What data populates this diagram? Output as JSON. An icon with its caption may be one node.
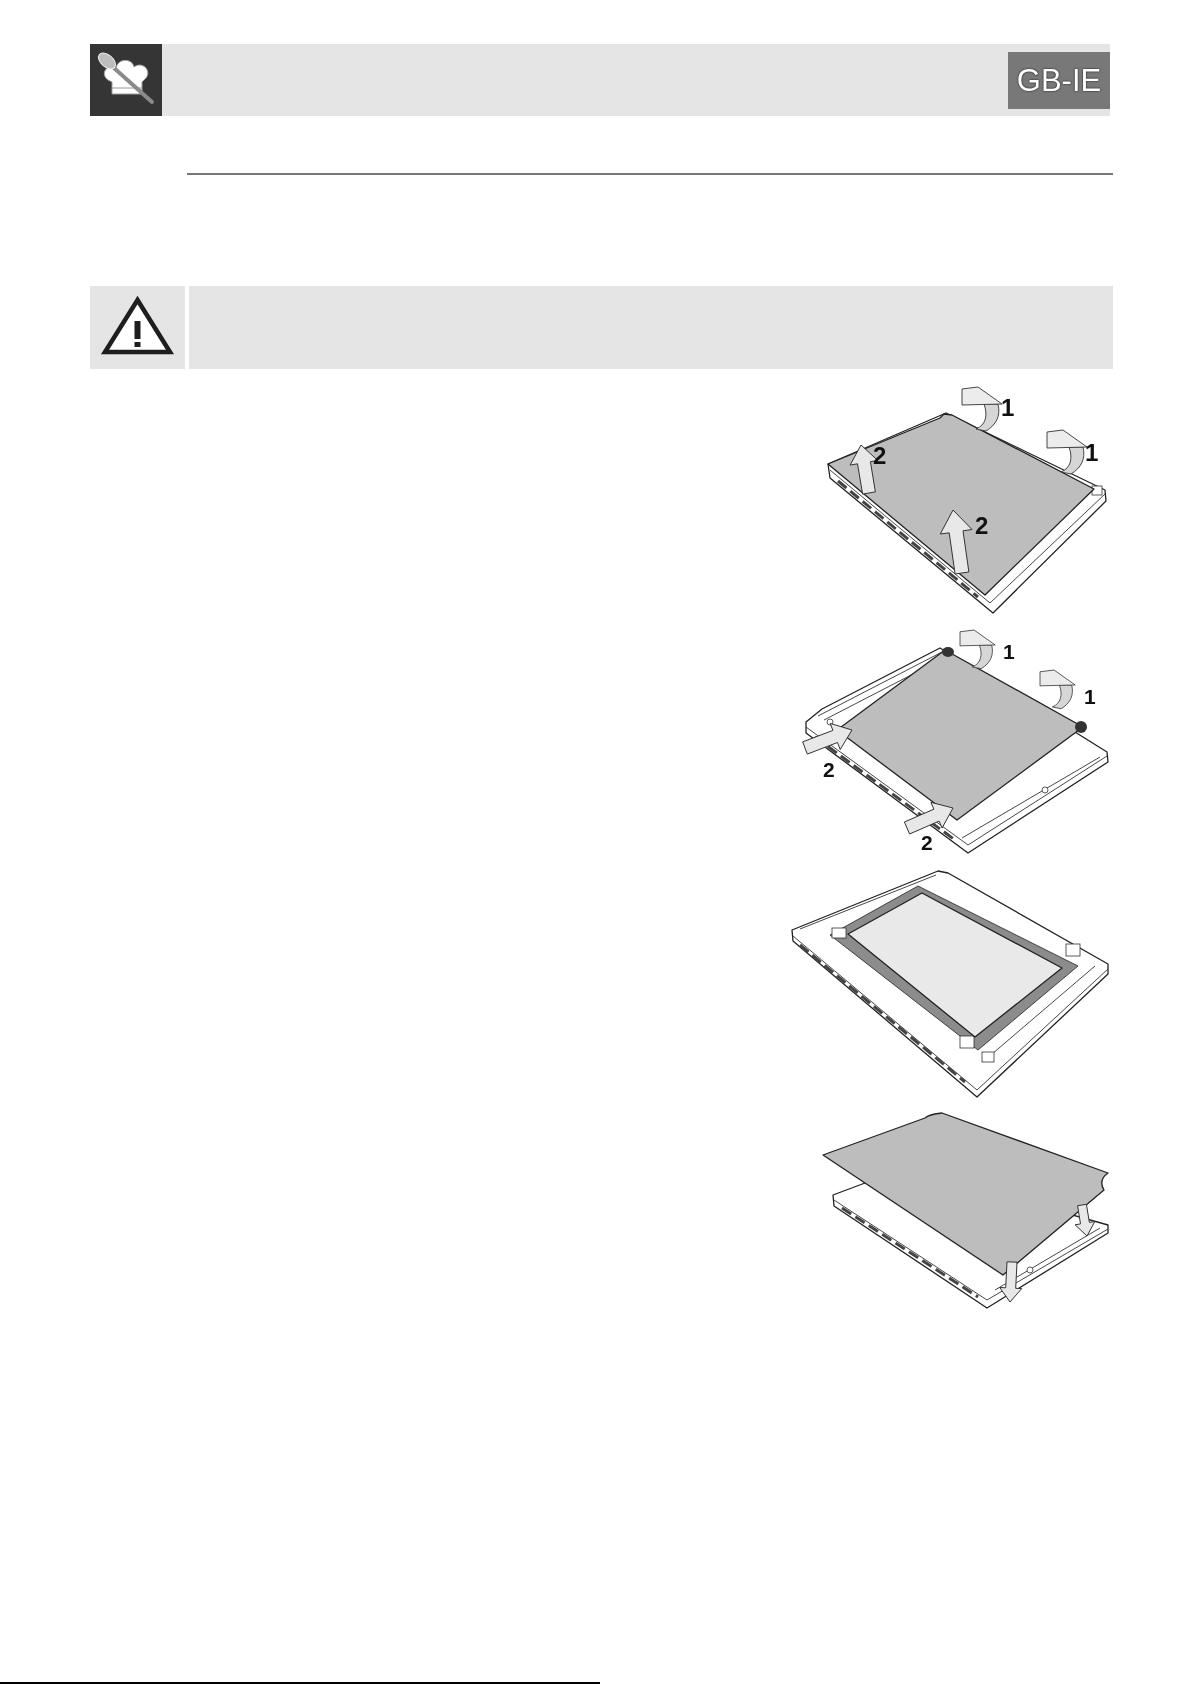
{
  "diagram": {
    "labels": [
      "GB-IE",
      "1",
      "1",
      "2",
      "2",
      "1",
      "1",
      "2",
      "2"
    ]
  }
}
